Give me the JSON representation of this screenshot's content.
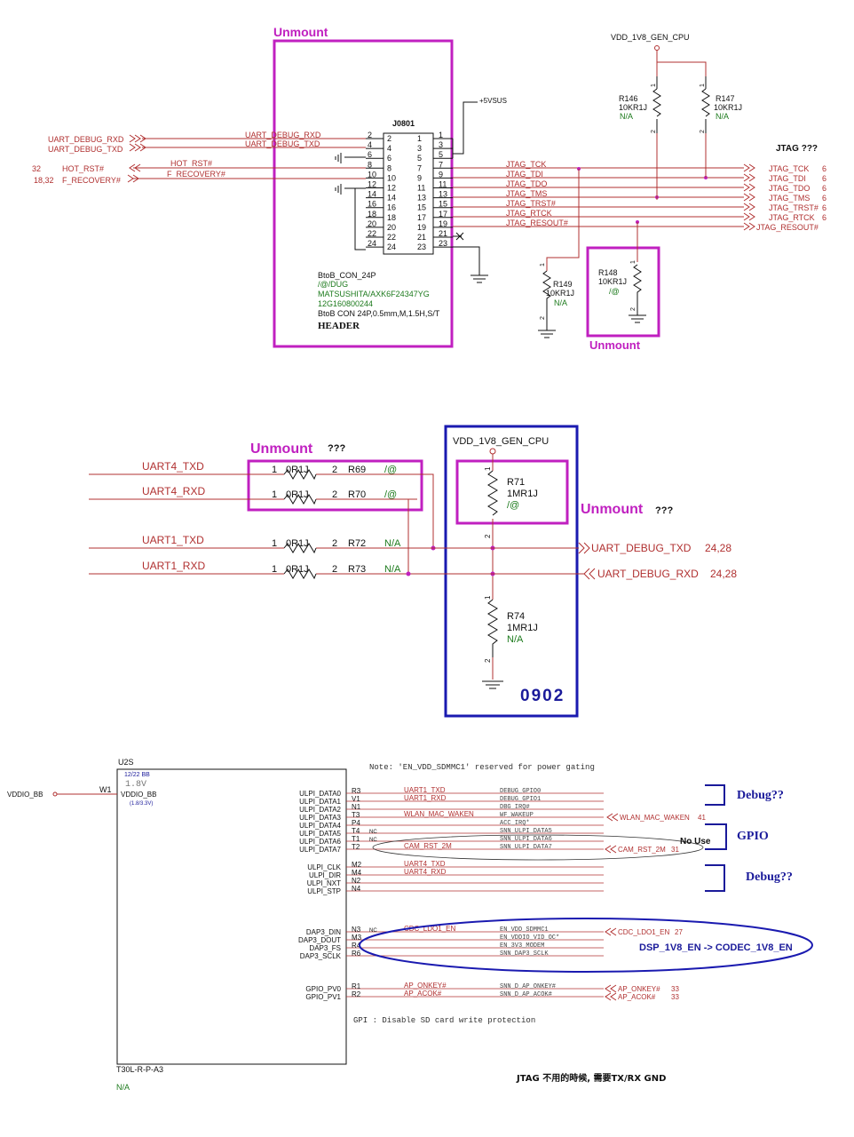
{
  "section1": {
    "unmount_top": "Unmount",
    "connector_ref": "J0801",
    "connector_desc": [
      "BtoB_CON_24P",
      "/@/DUG",
      "MATSUSHITA/AXK6F24347YG",
      "12G160800244",
      "BtoB CON 24P,0.5mm,M,1.5H,S/T",
      "HEADER"
    ],
    "left_pins": [
      "2",
      "4",
      "6",
      "8",
      "10",
      "12",
      "14",
      "16",
      "18",
      "20",
      "22",
      "24"
    ],
    "inner_left_pins": [
      "2",
      "4",
      "6",
      "8",
      "10",
      "12",
      "14",
      "16",
      "18",
      "20",
      "22",
      "24"
    ],
    "inner_right_pins": [
      "1",
      "3",
      "5",
      "7",
      "9",
      "11",
      "13",
      "15",
      "17",
      "19",
      "21",
      "23"
    ],
    "right_pins": [
      "1",
      "3",
      "5",
      "7",
      "9",
      "11",
      "13",
      "15",
      "17",
      "19",
      "21",
      "23"
    ],
    "left_nets": [
      "UART_DEBUG_RXD",
      "UART_DEBUG_TXD",
      "HOT_RST#",
      "F_RECOVERY#"
    ],
    "left_ports": [
      "UART_DEBUG_RXD",
      "UART_DEBUG_TXD",
      "HOT_RST#",
      "F_RECOVERY#"
    ],
    "left_port_refs": [
      "32",
      "18,32"
    ],
    "supply_5v": "+5VSUS",
    "right_nets": [
      "JTAG_TCK",
      "JTAG_TDI",
      "JTAG_TDO",
      "JTAG_TMS",
      "JTAG_TRST#",
      "JTAG_RTCK",
      "JTAG_RESOUT#"
    ],
    "right_ports": [
      "JTAG_TCK",
      "JTAG_TDI",
      "JTAG_TDO",
      "JTAG_TMS",
      "JTAG_TRST#",
      "JTAG_RTCK",
      "JTAG_RESOUT#"
    ],
    "right_port_refs": [
      "6",
      "6",
      "6",
      "6",
      "6",
      "6"
    ],
    "jtag_question": "JTAG ???",
    "vdd_label": "VDD_1V8_GEN_CPU",
    "r146": [
      "R146",
      "10KR1J",
      "N/A"
    ],
    "r147": [
      "R147",
      "10KR1J",
      "N/A"
    ],
    "r148": [
      "R148",
      "10KR1J",
      "/@"
    ],
    "r149": [
      "R149",
      "10KR1J",
      "N/A"
    ],
    "unmount_r148": "Unmount",
    "pin_1": "1",
    "pin_2": "2"
  },
  "section2": {
    "unmount_left": "Unmount",
    "qmarks_left": "???",
    "unmount_right": "Unmount",
    "qmarks_right": "???",
    "vdd_label": "VDD_1V8_GEN_CPU",
    "rows": [
      {
        "net": "UART4_TXD",
        "value": "0R1J",
        "ref": "R69",
        "opt": "/@"
      },
      {
        "net": "UART4_RXD",
        "value": "0R1J",
        "ref": "R70",
        "opt": "/@"
      },
      {
        "net": "UART1_TXD",
        "value": "0R1J",
        "ref": "R72",
        "opt": "N/A"
      },
      {
        "net": "UART1_RXD",
        "value": "0R1J",
        "ref": "R73",
        "opt": "N/A"
      }
    ],
    "pin_1": "1",
    "pin_2": "2",
    "r71": [
      "R71",
      "1MR1J",
      "/@"
    ],
    "r74": [
      "R74",
      "1MR1J",
      "N/A"
    ],
    "out_ports": [
      {
        "name": "UART_DEBUG_TXD",
        "refs": "24,28"
      },
      {
        "name": "UART_DEBUG_RXD",
        "refs": "24,28"
      }
    ],
    "box_label": "0902"
  },
  "section3": {
    "note": "Note: 'EN_VDD_SDMMC1' reserved for power gating",
    "ic_ref": "U2S",
    "ic_part": "T30L-R-P-A3",
    "ic_opt": "N/A",
    "ic_page": "12/22 BB",
    "ic_voltage": "1.8V",
    "vddio_net": "VDDIO_BB",
    "vddio_pin": "W1",
    "vddio_name": "VDDIO_BB",
    "vddio_range": "(1.8/3.3V)",
    "pins": [
      {
        "name": "ULPI_DATA0",
        "ball": "R3",
        "net": "UART1_TXD",
        "nc": "",
        "sig": "DEBUG_GPIO0"
      },
      {
        "name": "ULPI_DATA1",
        "ball": "V1",
        "net": "UART1_RXD",
        "nc": "",
        "sig": "DEBUG_GPIO1"
      },
      {
        "name": "ULPI_DATA2",
        "ball": "N1",
        "net": "",
        "nc": "",
        "sig": "DBG_IRQ#"
      },
      {
        "name": "ULPI_DATA3",
        "ball": "T3",
        "net": "WLAN_MAC_WAKEN",
        "nc": "",
        "sig": "WF_WAKEUP"
      },
      {
        "name": "ULPI_DATA4",
        "ball": "P4",
        "net": "",
        "nc": "",
        "sig": "ACC_IRQ*"
      },
      {
        "name": "ULPI_DATA5",
        "ball": "T4",
        "net": "",
        "nc": "NC",
        "sig": "SNN_ULPI_DATA5"
      },
      {
        "name": "ULPI_DATA6",
        "ball": "T1",
        "net": "",
        "nc": "NC",
        "sig": "SNN_ULPI_DATA6"
      },
      {
        "name": "ULPI_DATA7",
        "ball": "T2",
        "net": "CAM_RST_2M",
        "nc": "",
        "sig": "SNN_ULPI_DATA7"
      },
      {
        "name": "ULPI_CLK",
        "ball": "M2",
        "net": "UART4_TXD",
        "nc": "",
        "sig": ""
      },
      {
        "name": "ULPI_DIR",
        "ball": "M4",
        "net": "UART4_RXD",
        "nc": "",
        "sig": ""
      },
      {
        "name": "ULPI_NXT",
        "ball": "N2",
        "net": "",
        "nc": "",
        "sig": ""
      },
      {
        "name": "ULPI_STP",
        "ball": "N4",
        "net": "",
        "nc": "",
        "sig": ""
      },
      {
        "name": "DAP3_DIN",
        "ball": "N3",
        "net": "CDC_LDO1_EN",
        "nc": "NC",
        "sig": "EN_VDD_SDMMC1"
      },
      {
        "name": "DAP3_DOUT",
        "ball": "M3",
        "net": "",
        "nc": "",
        "sig": "EN_VDDIO_VID_OC*"
      },
      {
        "name": "DAP3_FS",
        "ball": "R4",
        "net": "",
        "nc": "",
        "sig": "EN_3V3_MODEM"
      },
      {
        "name": "DAP3_SCLK",
        "ball": "R6",
        "net": "",
        "nc": "",
        "sig": "SNN_DAP3_SCLK"
      },
      {
        "name": "GPIO_PV0",
        "ball": "R1",
        "net": "AP_ONKEY#",
        "nc": "",
        "sig": "SNN_D_AP_ONKEY#"
      },
      {
        "name": "GPIO_PV1",
        "ball": "R2",
        "net": "AP_ACOK#",
        "nc": "",
        "sig": "SNN_D_AP_ACOK#"
      }
    ],
    "out_ports": [
      {
        "name": "WLAN_MAC_WAKEN",
        "ref": "41"
      },
      {
        "name": "CAM_RST_2M",
        "ref": "31"
      },
      {
        "name": "CDC_LDO1_EN",
        "ref": "27"
      },
      {
        "name": "AP_ONKEY#",
        "ref": "33"
      },
      {
        "name": "AP_ACOK#",
        "ref": "33"
      }
    ],
    "anno_debug1": "Debug??",
    "anno_gpio": "GPIO",
    "anno_nouse": "No Use",
    "anno_debug2": "Debug??",
    "anno_dsp": "DSP_1V8_EN -> CODEC_1V8_EN",
    "gpi_note": "GPI : Disable SD card write protection",
    "footer_note": "JTAG 不用的時候, 需要TX/RX GND"
  }
}
